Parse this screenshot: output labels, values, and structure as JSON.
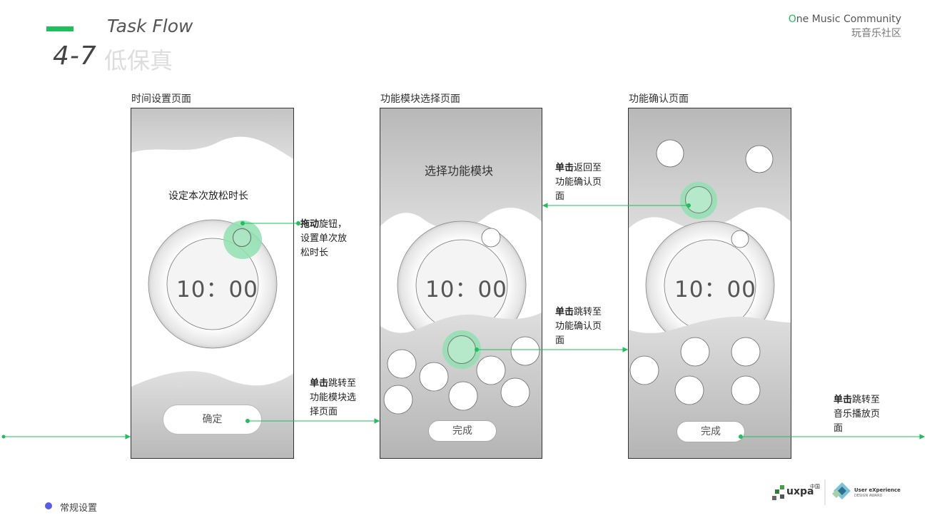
{
  "header": {
    "section": "Task Flow",
    "number": "4-7",
    "title": "低保真"
  },
  "brand": {
    "name_first": "O",
    "name_rest": "ne Music Community",
    "subtitle": "玩音乐社区"
  },
  "screens": [
    {
      "title": "时间设置页面",
      "prompt": "设定本次放松时长",
      "time": "10：00",
      "button": "确定"
    },
    {
      "title": "功能模块选择页面",
      "heading": "选择功能模块",
      "time": "10：00",
      "button": "完成"
    },
    {
      "title": "功能确认页面",
      "time": "10：00",
      "button": "完成"
    }
  ],
  "annotations": {
    "drag": {
      "bold": "拖动",
      "line1": "旋钮，",
      "line2": "设置单次放",
      "line3": "松时长"
    },
    "to_module": {
      "bold": "单击",
      "line1": "跳转至",
      "line2": "功能模块选",
      "line3": "择页面"
    },
    "back_confirm": {
      "bold": "单击",
      "line1": "返回至",
      "line2": "功能确认页",
      "line3": "面"
    },
    "to_confirm": {
      "bold": "单击",
      "line1": "跳转至",
      "line2": "功能确认页",
      "line3": "面"
    },
    "to_music": {
      "bold": "单击",
      "line1": "跳转至",
      "line2": "音乐播放页",
      "line3": "面"
    }
  },
  "footer": {
    "label": "常规设置"
  },
  "logos": {
    "uxpa": "uxpa",
    "uxpa_cn": "中国",
    "ux_award": "User eXperience",
    "ux_award_sub": "DESIGN AWARD"
  },
  "colors": {
    "accent": "#1fbf5c",
    "bullet": "#5a5be8",
    "knob": "#8fe0b0"
  }
}
